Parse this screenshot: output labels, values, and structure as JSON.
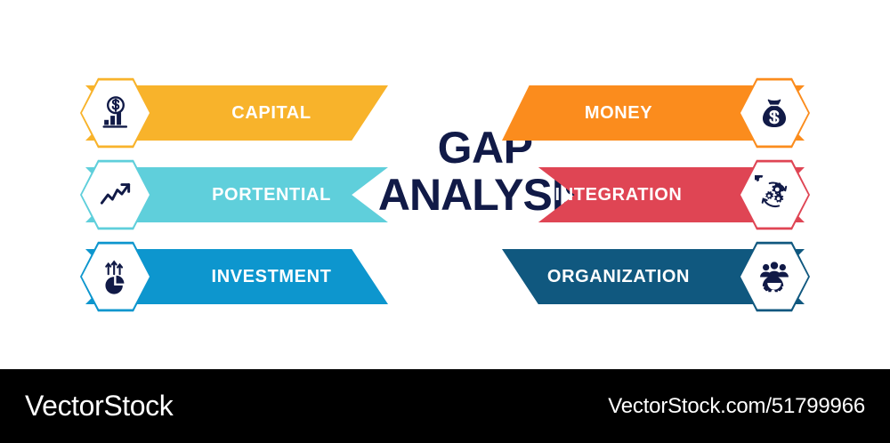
{
  "title": {
    "line1": "GAP",
    "line2": "ANALYSIS",
    "color": "#111a47"
  },
  "rows": {
    "left": [
      {
        "label": "CAPITAL",
        "color": "#f8b32b",
        "icon": "dollar-coin-bar-chart-icon",
        "shape": "taper-in"
      },
      {
        "label": "PORTENTIAL",
        "color": "#5fcfdb",
        "icon": "trend-line-up-icon",
        "shape": "chevron"
      },
      {
        "label": "INVESTMENT",
        "color": "#0d96ce",
        "icon": "pie-chart-arrows-icon",
        "shape": "taper-out"
      }
    ],
    "right": [
      {
        "label": "MONEY",
        "color": "#fb8c1d",
        "icon": "money-bag-icon",
        "shape": "taper-in"
      },
      {
        "label": "INTEGRATION",
        "color": "#df4554",
        "icon": "gears-cycle-icon",
        "shape": "chevron"
      },
      {
        "label": "ORGANIZATION",
        "color": "#10587f",
        "icon": "team-gear-icon",
        "shape": "taper-out"
      }
    ]
  },
  "icon_color": "#111a47",
  "footer": {
    "brand": "VectorStock",
    "url": "VectorStock.com/51799966",
    "background": "#000000",
    "text_color": "#ffffff"
  }
}
